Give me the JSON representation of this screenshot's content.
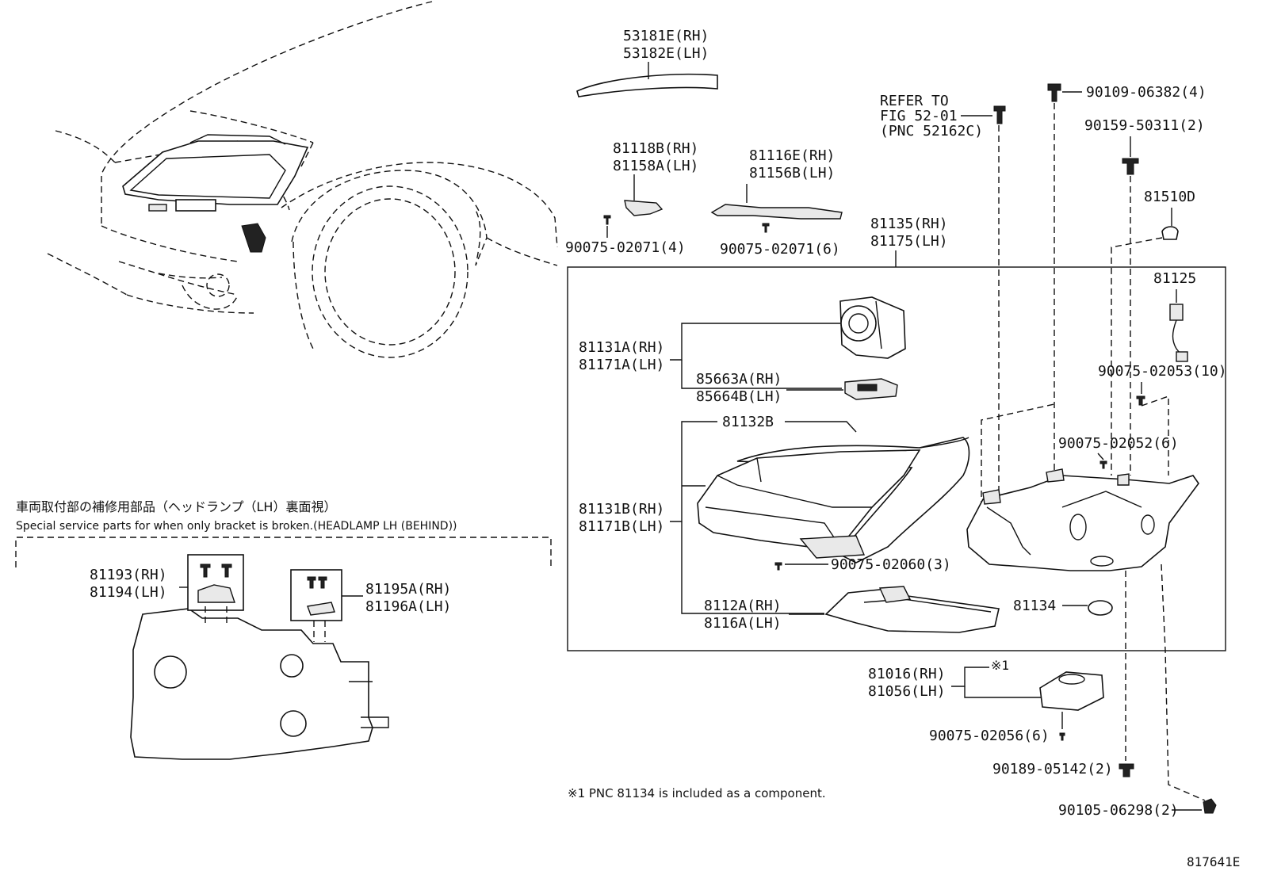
{
  "labels": {
    "p53181": "53181E(RH)",
    "p53182": "53182E(LH)",
    "refer1": "REFER TO",
    "refer2": "FIG 52-01",
    "refer3": "(PNC 52162C)",
    "p90109": "90109-06382(4)",
    "p90159": "90159-50311(2)",
    "p81510": "81510D",
    "p81118": "81118B(RH)",
    "p81158": "81158A(LH)",
    "p81116": "81116E(RH)",
    "p81156": "81156B(LH)",
    "p90075_4": "90075-02071(4)",
    "p90075_6": "90075-02071(6)",
    "p81135": "81135(RH)",
    "p81175": "81175(LH)",
    "p81125": "81125",
    "p81131A": "81131A(RH)",
    "p81171A": "81171A(LH)",
    "p85663": "85663A(RH)",
    "p85664": "85664B(LH)",
    "p90075_10": "90075-02053(10)",
    "p81132": "81132B",
    "p90075_52": "90075-02052(6)",
    "p81131B": "81131B(RH)",
    "p81171B": "81171B(LH)",
    "p90075_60": "90075-02060(3)",
    "p8112": "8112A(RH)",
    "p8116": "8116A(LH)",
    "p81134": "81134",
    "p81016": "81016(RH)",
    "p81056": "81056(LH)",
    "mark1": "※1",
    "p90075_56": "90075-02056(6)",
    "p90189": "90189-05142(2)",
    "p90105": "90105-06298(2)",
    "footnote": "※1 PNC 81134 is included as a component.",
    "jp_title": "車両取付部の補修用部品（ヘッドランプ（LH）裏面視）",
    "en_title": "Special service parts for when only bracket is broken.(HEADLAMP LH (BEHIND))",
    "p81193": "81193(RH)",
    "p81194": "81194(LH)",
    "p81195": "81195A(RH)",
    "p81196": "81196A(LH)",
    "figure_id": "817641E"
  }
}
